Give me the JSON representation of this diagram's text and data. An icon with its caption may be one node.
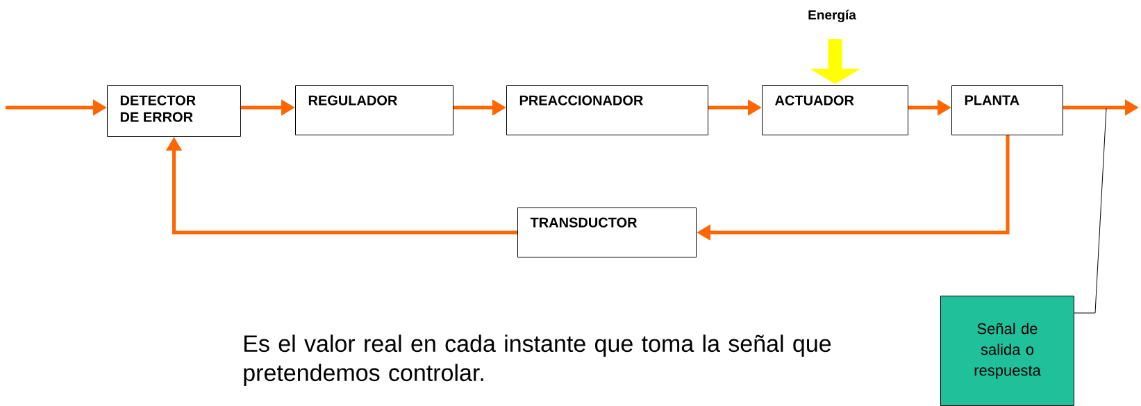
{
  "diagram": {
    "nodes": [
      {
        "text": [
          "Energía"
        ]
      },
      {
        "text": [
          "DETECTOR DE ERROR"
        ]
      },
      {
        "text": [
          "REGULADOR"
        ]
      },
      {
        "text": [
          "PREACCIONADOR"
        ]
      },
      {
        "text": [
          "ACTUADOR"
        ]
      },
      {
        "text": [
          "PLANTA"
        ]
      },
      {
        "text": [
          "TRANSDUCTOR"
        ]
      },
      {
        "text": [
          "Señal de salida o respuesta"
        ]
      }
    ],
    "edges": [
      {
        "from": null,
        "to": 1,
        "arrow": "to"
      },
      {
        "from": 1,
        "to": 2,
        "arrow": "to"
      },
      {
        "from": 2,
        "to": 3,
        "arrow": "to"
      },
      {
        "from": 3,
        "to": 4,
        "arrow": "to"
      },
      {
        "from": 4,
        "to": 5,
        "arrow": "to"
      },
      {
        "from": 5,
        "to": null,
        "arrow": "to"
      },
      {
        "from": 5,
        "to": 6,
        "arrow": "to"
      },
      {
        "from": 6,
        "to": 1,
        "arrow": "to"
      },
      {
        "from": 0,
        "to": 4,
        "arrow": "to",
        "style": "thick",
        "color": "#ffff00"
      },
      {
        "from": 7,
        "to": null,
        "arrow": "none",
        "color": "#000000"
      }
    ],
    "labels": [
      "Es el valor real en cada instante que toma la señal que pretendemos controlar."
    ]
  }
}
